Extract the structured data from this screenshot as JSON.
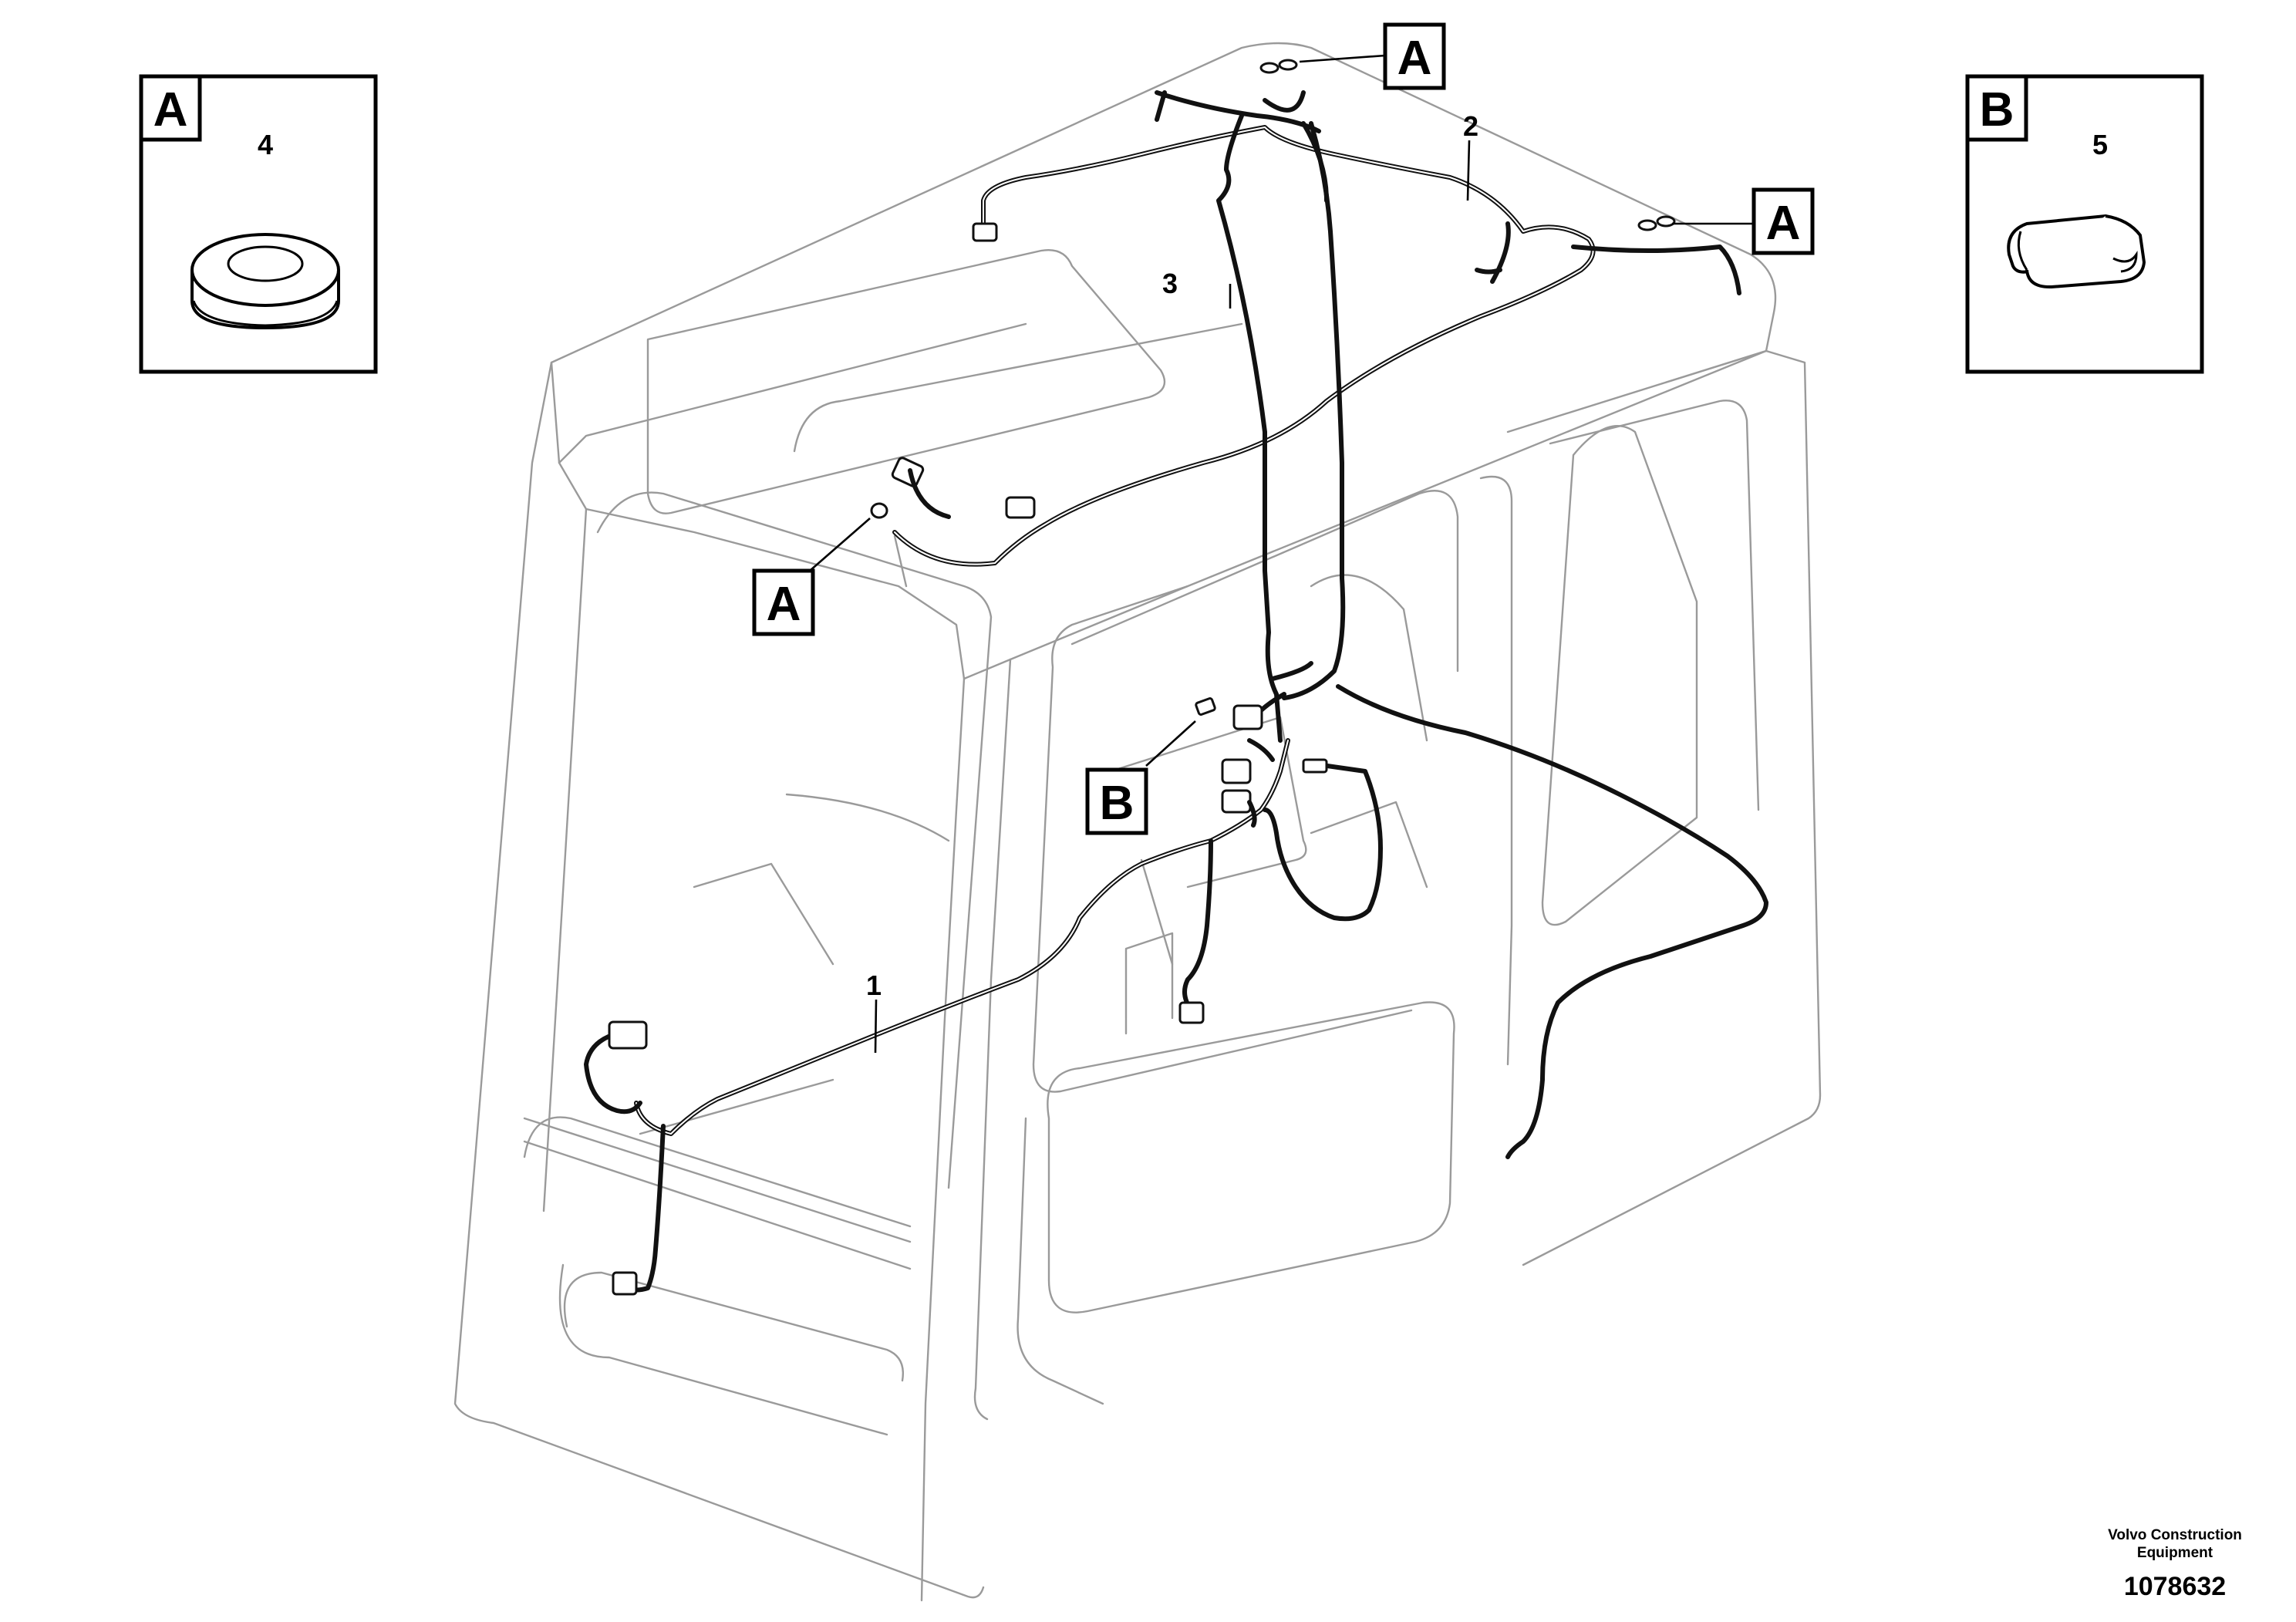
{
  "callouts": {
    "a_top": "A",
    "a_right": "A",
    "a_left": "A",
    "b_center": "B"
  },
  "detail_panels": {
    "a": {
      "letter": "A",
      "part_number": "4",
      "icon": "grommet-icon"
    },
    "b": {
      "letter": "B",
      "part_number": "5",
      "icon": "clip-icon"
    }
  },
  "parts": {
    "p1": "1",
    "p2": "2",
    "p3": "3"
  },
  "footer": {
    "manufacturer_line1": "Volvo Construction",
    "manufacturer_line2": "Equipment",
    "document_number": "1078632"
  }
}
